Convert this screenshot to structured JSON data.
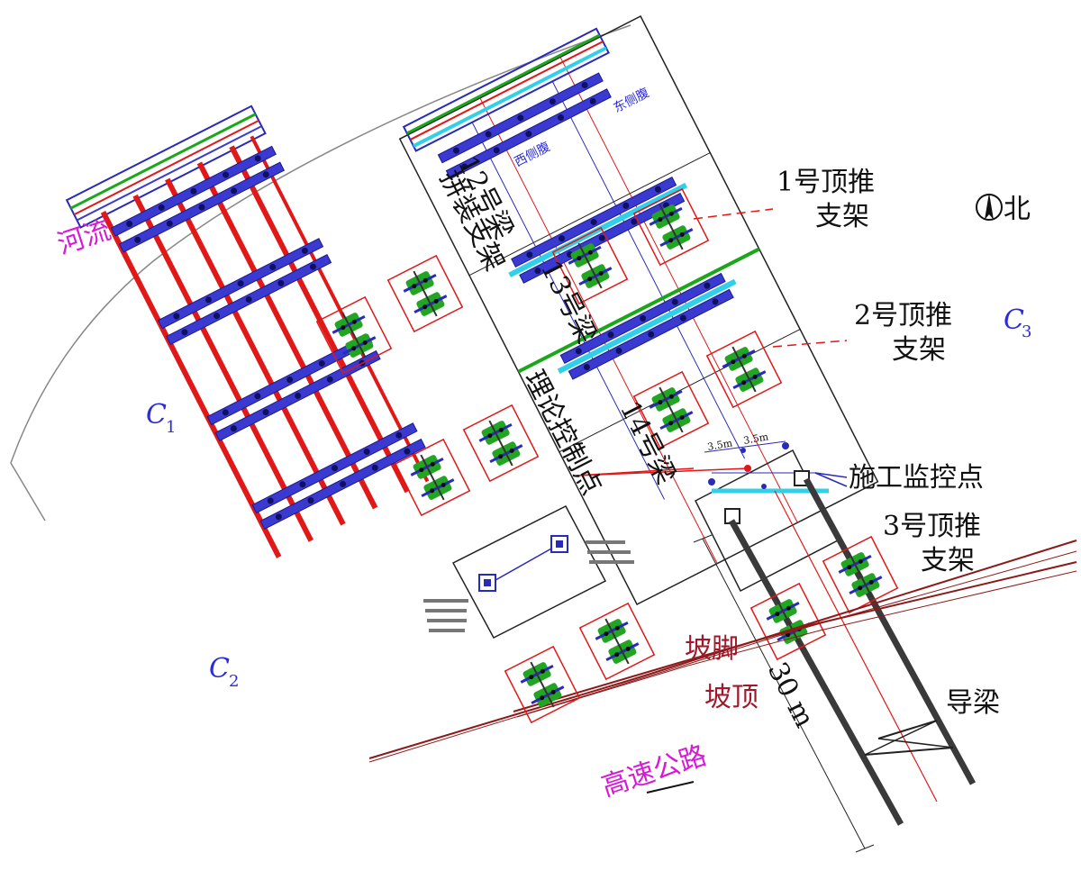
{
  "labels": {
    "river": "河流",
    "girder_12": "12号梁",
    "girder_13": "13号梁",
    "girder_14": "14号梁",
    "assembly_support": "拼装支架",
    "theory_control_point": "理论控制点",
    "construction_monitor_point": "施工监控点",
    "jack_support_1_line1": "1号顶推",
    "jack_support_1_line2": "支架",
    "jack_support_2_line1": "2号顶推",
    "jack_support_2_line2": "支架",
    "jack_support_3_line1": "3号顶推",
    "jack_support_3_line2": "支架",
    "north": "北",
    "c1_letter": "C",
    "c1_sub": "1",
    "c2_letter": "C",
    "c2_sub": "2",
    "c3_letter": "C",
    "c3_sub": "3",
    "slope_toe": "坡脚",
    "slope_top": "坡顶",
    "distance": "30 m",
    "guide_beam": "导梁",
    "highway": "高速公路",
    "west_side_web": "西侧腹",
    "east_side_web": "东侧腹",
    "dim_left": "3.5m",
    "dim_right": "3.5m"
  },
  "colors": {
    "support_frame": "#2a2ab8",
    "red_member": "#e01818",
    "green_pad": "#22a522",
    "cyan_band": "#32d0e8",
    "green_band": "#1aa81a",
    "road_line": "#8b1a1a",
    "magenta_text": "#d61ad6",
    "blue_text": "#2b2bd8"
  },
  "icons": {
    "north_arrow": "north-arrow-icon"
  }
}
